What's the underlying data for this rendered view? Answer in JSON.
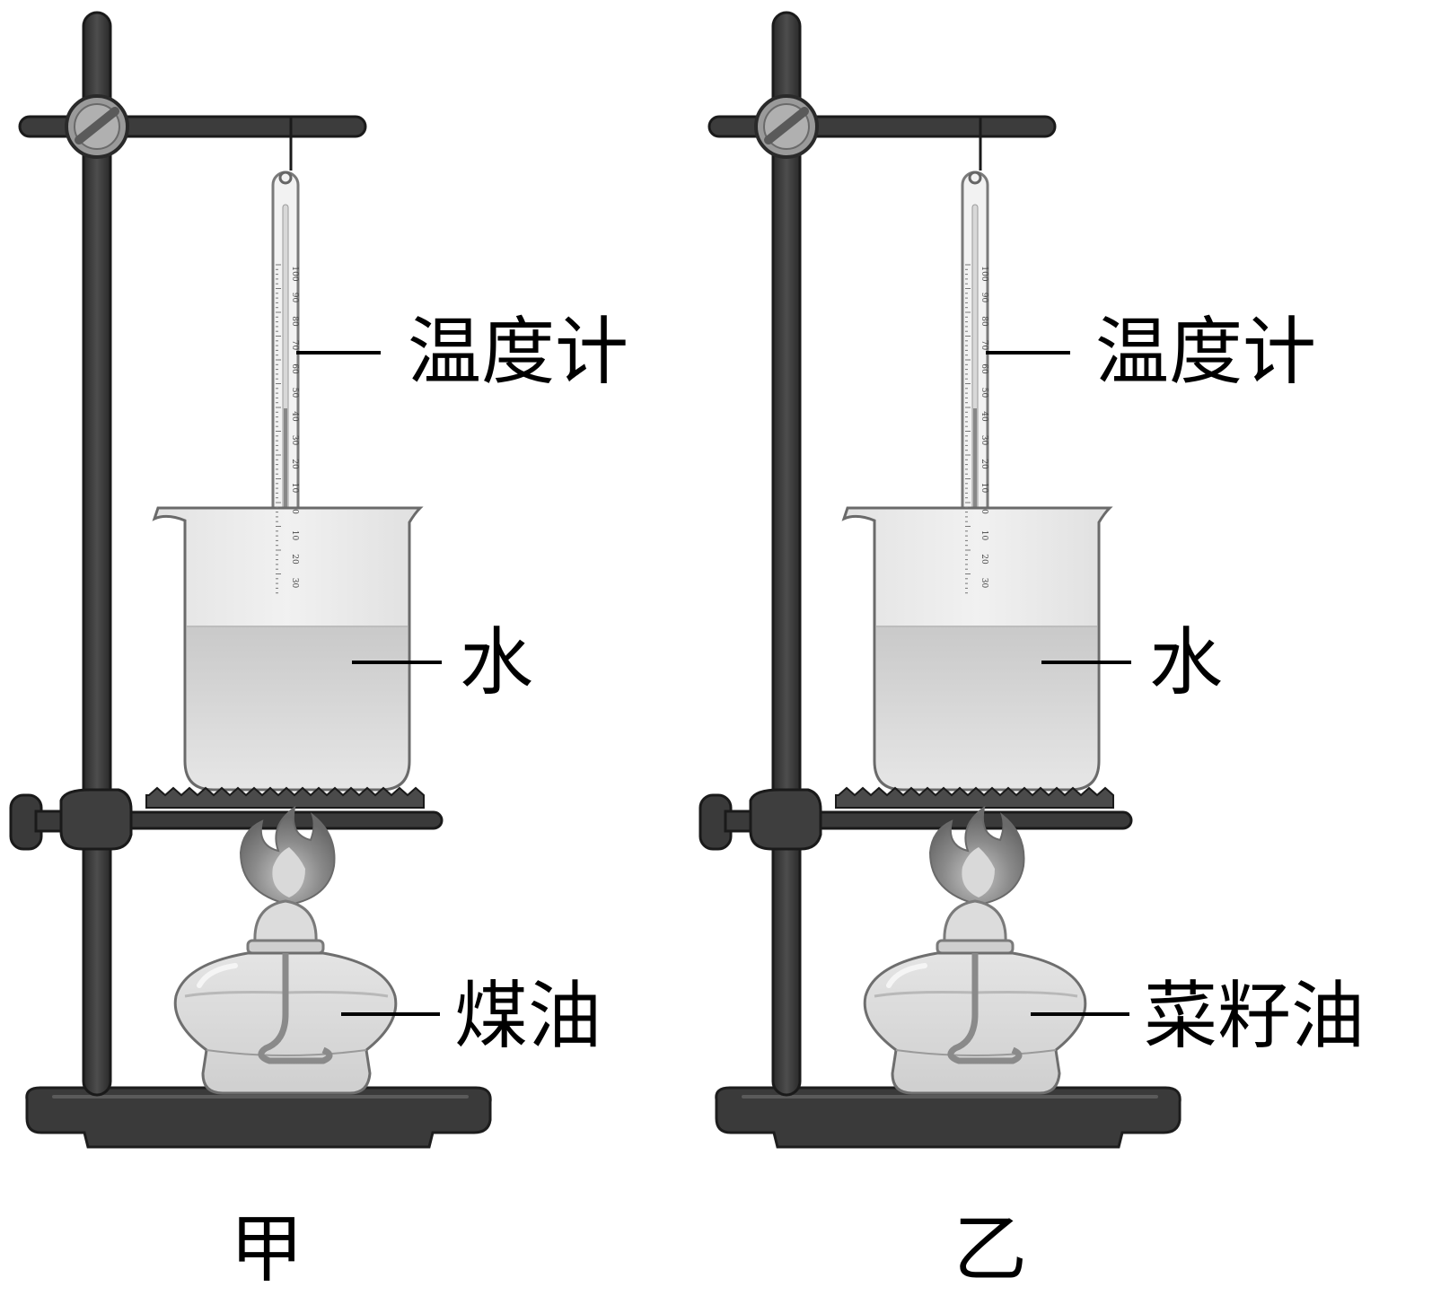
{
  "setups": [
    {
      "caption": "甲",
      "labels": {
        "thermometer": "温度计",
        "liquid": "水",
        "fuel": "煤油"
      },
      "thermometer_scale": [
        "100",
        "90",
        "80",
        "70",
        "60",
        "50",
        "40",
        "30",
        "20",
        "10",
        "0",
        "10",
        "20",
        "30"
      ]
    },
    {
      "caption": "乙",
      "labels": {
        "thermometer": "温度计",
        "liquid": "水",
        "fuel": "菜籽油"
      },
      "thermometer_scale": [
        "100",
        "90",
        "80",
        "70",
        "60",
        "50",
        "40",
        "30",
        "20",
        "10",
        "0",
        "10",
        "20",
        "30"
      ]
    }
  ]
}
